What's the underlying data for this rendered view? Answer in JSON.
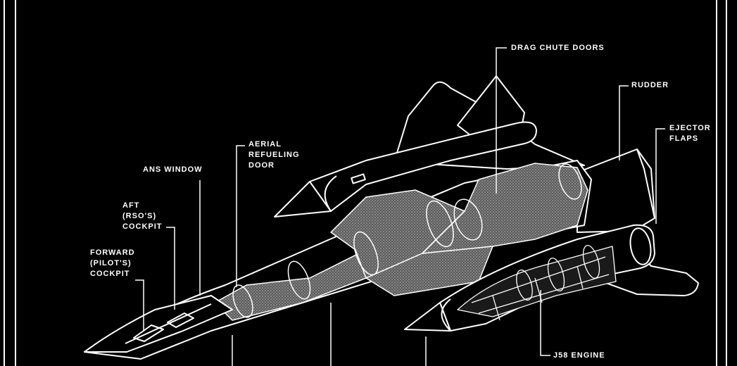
{
  "diagram": {
    "colors": {
      "background": "#000000",
      "ink": "#ffffff",
      "hatch": "#8a8a8a"
    },
    "labels": {
      "drag_chute_doors": "DRAG CHUTE DOORS",
      "rudder": "RUDDER",
      "ejector_flaps": [
        "EJECTOR",
        "FLAPS"
      ],
      "aerial_refueling_door": [
        "AERIAL",
        "REFUELING",
        "DOOR"
      ],
      "ans_window": "ANS WINDOW",
      "aft_cockpit": [
        "AFT",
        "(RSO'S)",
        "COCKPIT"
      ],
      "forward_cockpit": [
        "FORWARD",
        "(PILOT'S)",
        "COCKPIT"
      ],
      "j58_engine": "J58 ENGINE"
    }
  }
}
